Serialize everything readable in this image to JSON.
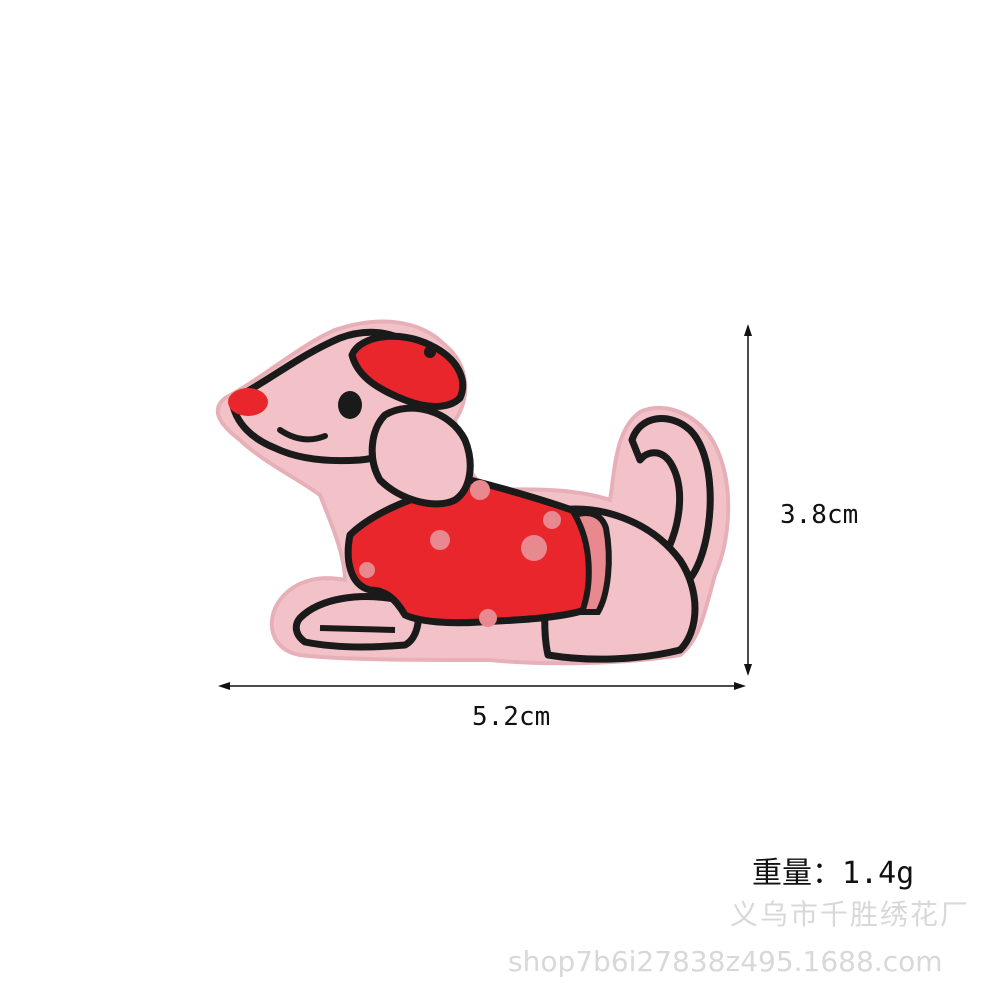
{
  "dimensions": {
    "width_label": "5.2cm",
    "height_label": "3.8cm"
  },
  "weight_label": "重量：1.4g",
  "watermark": {
    "line1": "义乌市千胜绣花厂",
    "line2": "shop7b6i27838z495.1688.com"
  },
  "colors": {
    "patch_pink": "#f2c2c8",
    "patch_red": "#e8262b",
    "outline": "#1a1a1a",
    "dot_pink": "#e8888f"
  }
}
